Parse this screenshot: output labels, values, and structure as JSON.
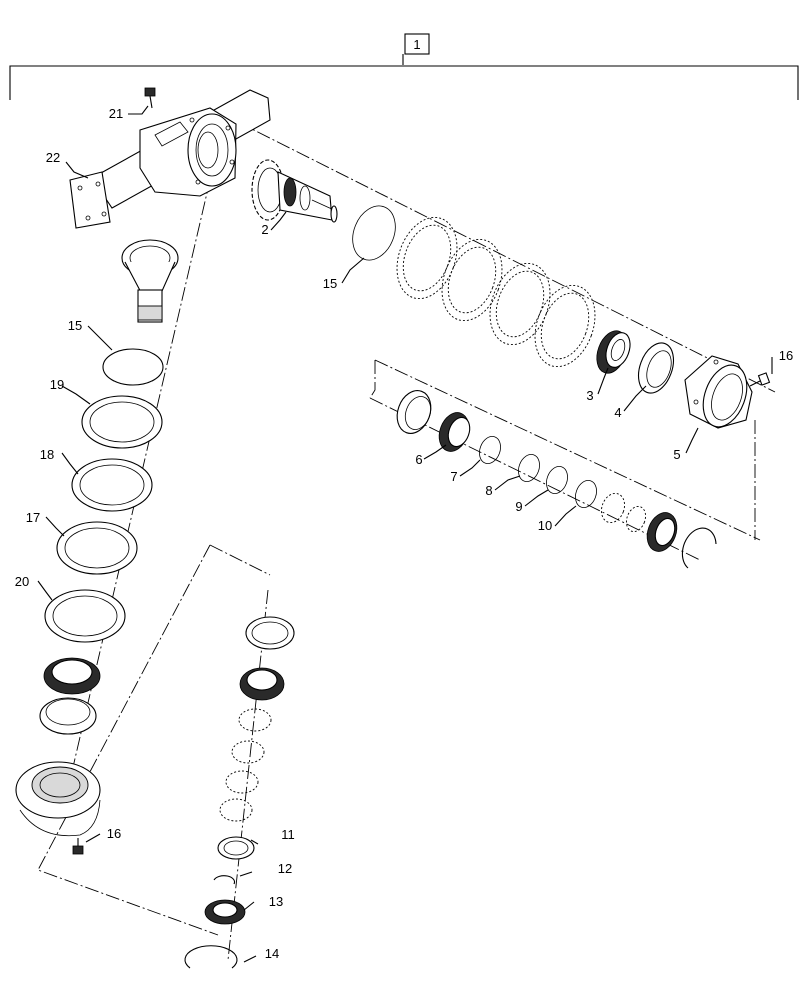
{
  "assembly_label": "1",
  "callouts": [
    {
      "id": "c21",
      "text": "21"
    },
    {
      "id": "c22",
      "text": "22"
    },
    {
      "id": "c2",
      "text": "2"
    },
    {
      "id": "c15a",
      "text": "15"
    },
    {
      "id": "c15b",
      "text": "15"
    },
    {
      "id": "c16a",
      "text": "16"
    },
    {
      "id": "c3",
      "text": "3"
    },
    {
      "id": "c4",
      "text": "4"
    },
    {
      "id": "c5",
      "text": "5"
    },
    {
      "id": "c6",
      "text": "6"
    },
    {
      "id": "c7",
      "text": "7"
    },
    {
      "id": "c8",
      "text": "8"
    },
    {
      "id": "c9",
      "text": "9"
    },
    {
      "id": "c10",
      "text": "10"
    },
    {
      "id": "c19",
      "text": "19"
    },
    {
      "id": "c18",
      "text": "18"
    },
    {
      "id": "c17",
      "text": "17"
    },
    {
      "id": "c20",
      "text": "20"
    },
    {
      "id": "c11",
      "text": "11"
    },
    {
      "id": "c12",
      "text": "12"
    },
    {
      "id": "c13",
      "text": "13"
    },
    {
      "id": "c14",
      "text": "14"
    },
    {
      "id": "c16b",
      "text": "16"
    }
  ]
}
